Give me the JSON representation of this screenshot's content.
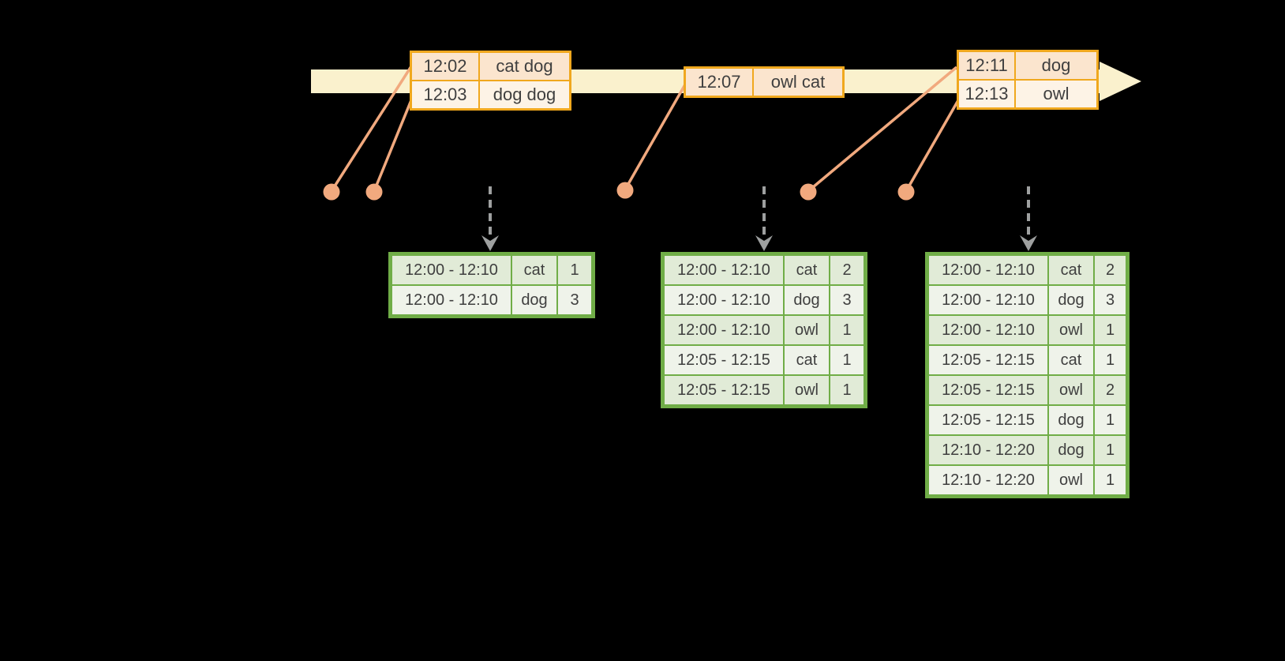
{
  "diagram": {
    "name": "windowed-word-count-stream-timeline",
    "colors": {
      "background": "#000000",
      "timeline_fill": "#FAF1CD",
      "event_border": "#F0A81E",
      "event_cell_dark": "#FBE5CE",
      "event_cell_light": "#FDF3E6",
      "connector": "#F1A97E",
      "result_border": "#70AD47",
      "result_cell_dark": "#E1EBD7",
      "result_cell_light": "#EFF3EA",
      "arrow_gray": "#9EA0A0",
      "text": "#3F3F3F"
    },
    "event_tables": [
      {
        "rows": [
          {
            "time": "12:02",
            "words": "cat dog"
          },
          {
            "time": "12:03",
            "words": "dog dog"
          }
        ]
      },
      {
        "rows": [
          {
            "time": "12:07",
            "words": "owl cat"
          }
        ]
      },
      {
        "rows": [
          {
            "time": "12:11",
            "words": "dog"
          },
          {
            "time": "12:13",
            "words": "owl"
          }
        ]
      }
    ],
    "result_tables": [
      {
        "rows": [
          {
            "window": "12:00 - 12:10",
            "word": "cat",
            "count": "1"
          },
          {
            "window": "12:00 - 12:10",
            "word": "dog",
            "count": "3"
          }
        ]
      },
      {
        "rows": [
          {
            "window": "12:00 - 12:10",
            "word": "cat",
            "count": "2"
          },
          {
            "window": "12:00 - 12:10",
            "word": "dog",
            "count": "3"
          },
          {
            "window": "12:00 - 12:10",
            "word": "owl",
            "count": "1"
          },
          {
            "window": "12:05 - 12:15",
            "word": "cat",
            "count": "1"
          },
          {
            "window": "12:05 - 12:15",
            "word": "owl",
            "count": "1"
          }
        ]
      },
      {
        "rows": [
          {
            "window": "12:00 - 12:10",
            "word": "cat",
            "count": "2"
          },
          {
            "window": "12:00 - 12:10",
            "word": "dog",
            "count": "3"
          },
          {
            "window": "12:00 - 12:10",
            "word": "owl",
            "count": "1"
          },
          {
            "window": "12:05 - 12:15",
            "word": "cat",
            "count": "1"
          },
          {
            "window": "12:05 - 12:15",
            "word": "owl",
            "count": "2"
          },
          {
            "window": "12:05 - 12:15",
            "word": "dog",
            "count": "1"
          },
          {
            "window": "12:10 - 12:20",
            "word": "dog",
            "count": "1"
          },
          {
            "window": "12:10 - 12:20",
            "word": "owl",
            "count": "1"
          }
        ]
      }
    ]
  }
}
